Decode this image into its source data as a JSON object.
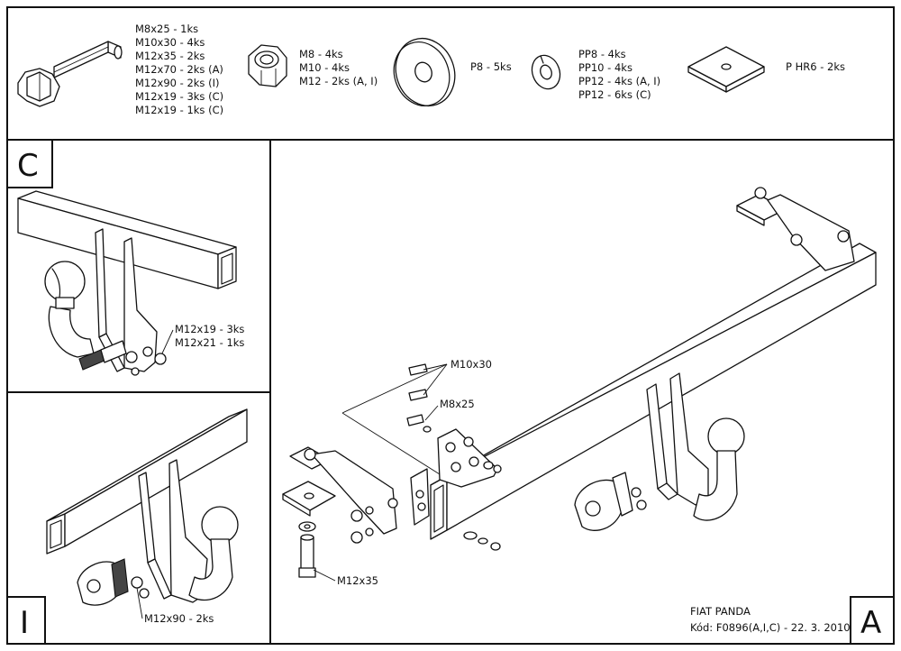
{
  "parts": [
    {
      "name": "bolt",
      "lines": [
        "M8x25 - 1ks",
        "M10x30 - 4ks",
        "M12x35 - 2ks",
        "M12x70 - 2ks (A)",
        "M12x90 - 2ks (I)",
        "M12x19 - 3ks (C)",
        "M12x19 - 1ks (C)"
      ]
    },
    {
      "name": "nut",
      "lines": [
        "M8 - 4ks",
        "M10 - 4ks",
        "M12 - 2ks (A, I)"
      ]
    },
    {
      "name": "washer-large",
      "lines": [
        "P8 - 5ks"
      ]
    },
    {
      "name": "washer-spring",
      "lines": [
        "PP8 - 4ks",
        "PP10 - 4ks",
        "PP12 - 4ks (A, I)",
        "PP12 - 6ks (C)"
      ]
    },
    {
      "name": "plate",
      "lines": [
        "P HR6 - 2ks"
      ]
    }
  ],
  "panel_c": {
    "letter": "C",
    "labels": [
      "M12x19 - 3ks",
      "M12x21 - 1ks"
    ]
  },
  "panel_i": {
    "letter": "I",
    "labels": [
      "M12x90 - 2ks"
    ]
  },
  "panel_a": {
    "letter": "A",
    "callouts": {
      "m10": "M10x30",
      "m8": "M8x25",
      "m12": "M12x35"
    }
  },
  "footer": {
    "model": "FIAT PANDA",
    "code": "Kód: F0896(A,I,C) - 22. 3. 2010"
  }
}
